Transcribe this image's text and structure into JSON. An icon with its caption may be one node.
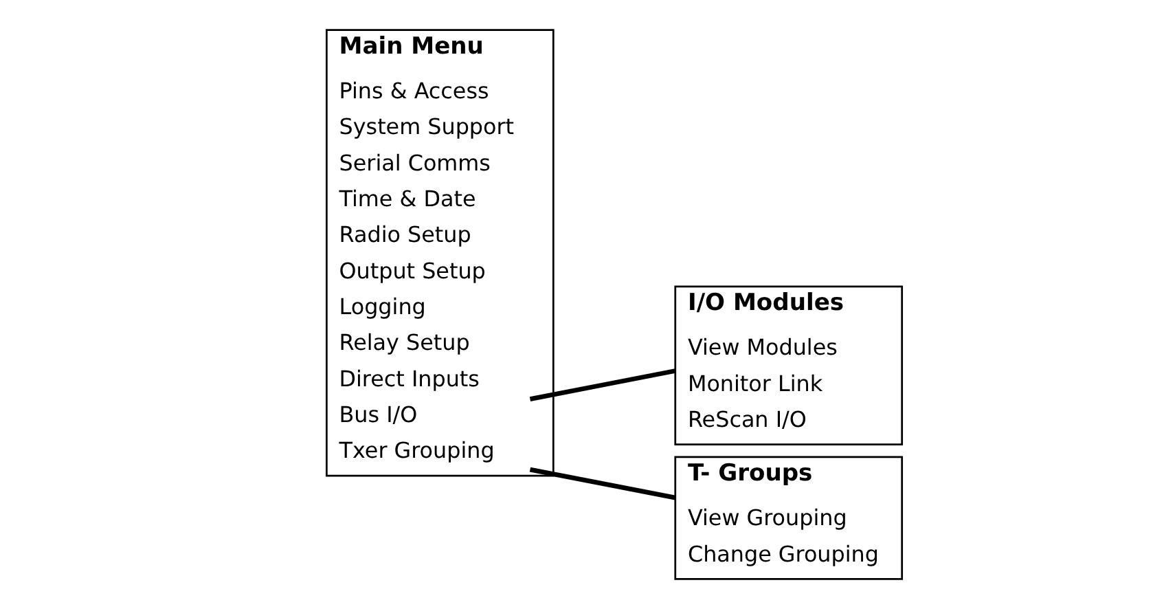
{
  "diagram": {
    "nodes": [
      {
        "text": [
          "Main Menu"
        ]
      },
      {
        "text": [
          "Pins & Access"
        ],
        "in": 0
      },
      {
        "text": [
          "System Support"
        ],
        "in": 0
      },
      {
        "text": [
          "Serial Comms"
        ],
        "in": 0
      },
      {
        "text": [
          "Time & Date"
        ],
        "in": 0
      },
      {
        "text": [
          "Radio Setup"
        ],
        "in": 0
      },
      {
        "text": [
          "Output Setup"
        ],
        "in": 0
      },
      {
        "text": [
          "Logging"
        ],
        "in": 0
      },
      {
        "text": [
          "Relay Setup"
        ],
        "in": 0
      },
      {
        "text": [
          "Direct Inputs"
        ],
        "in": 0
      },
      {
        "text": [
          "Txer Grouping"
        ],
        "in": 0
      },
      {
        "text": [
          "Bus I/O"
        ],
        "in": 0
      },
      {
        "text": [
          "T- Groups"
        ]
      },
      {
        "text": [
          "View Grouping"
        ],
        "in": 12
      },
      {
        "text": [
          "Change Grouping"
        ],
        "in": 12
      },
      {
        "text": [
          "I/O Modules"
        ]
      },
      {
        "text": [
          "View Modules"
        ],
        "in": 15
      },
      {
        "text": [
          "Monitor Link"
        ],
        "in": 15
      },
      {
        "text": [
          "ReScan I/O"
        ],
        "in": 15
      }
    ],
    "edges": [
      {
        "from": 10,
        "to": 12,
        "arrow": "none"
      },
      {
        "from": 11,
        "to": 15,
        "arrow": "none"
      }
    ]
  }
}
